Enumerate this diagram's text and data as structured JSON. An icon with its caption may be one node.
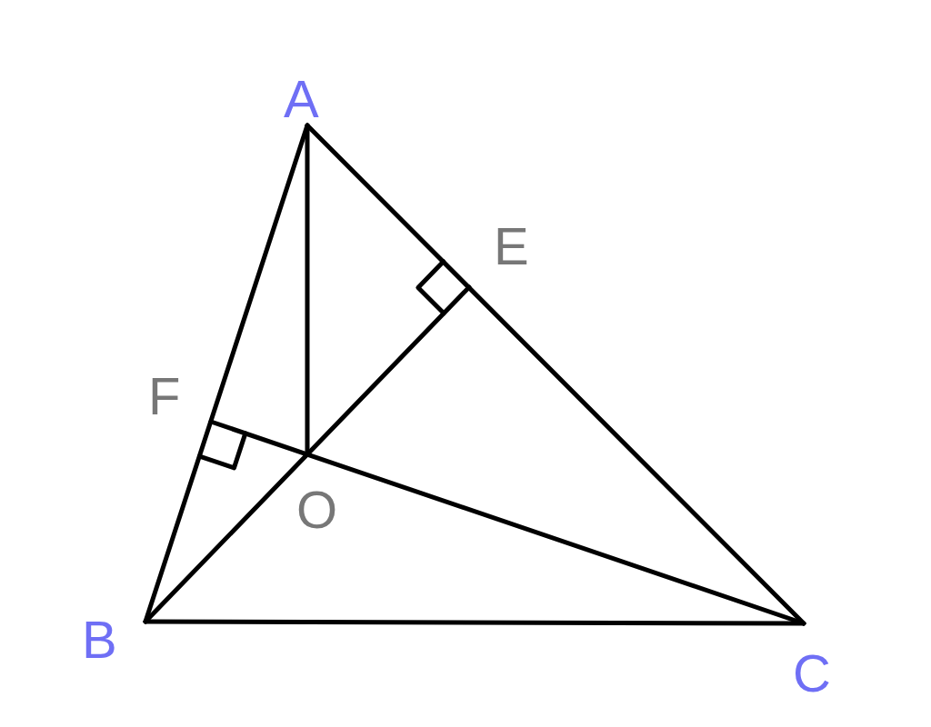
{
  "diagram": {
    "labels": [
      "A",
      "E",
      "F",
      "O",
      "B",
      "C"
    ]
  }
}
